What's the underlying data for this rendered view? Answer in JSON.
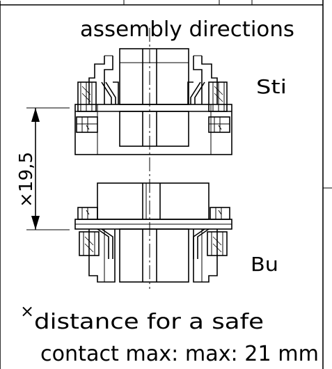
{
  "drawing": {
    "title": "assembly directions",
    "label_top": "Sti",
    "label_bottom": "Bu",
    "dimension": "×19,5",
    "footnote_mark": "×",
    "footnote_line1": "distance for a safe",
    "footnote_line2": "contact max: max: 21 mm"
  }
}
